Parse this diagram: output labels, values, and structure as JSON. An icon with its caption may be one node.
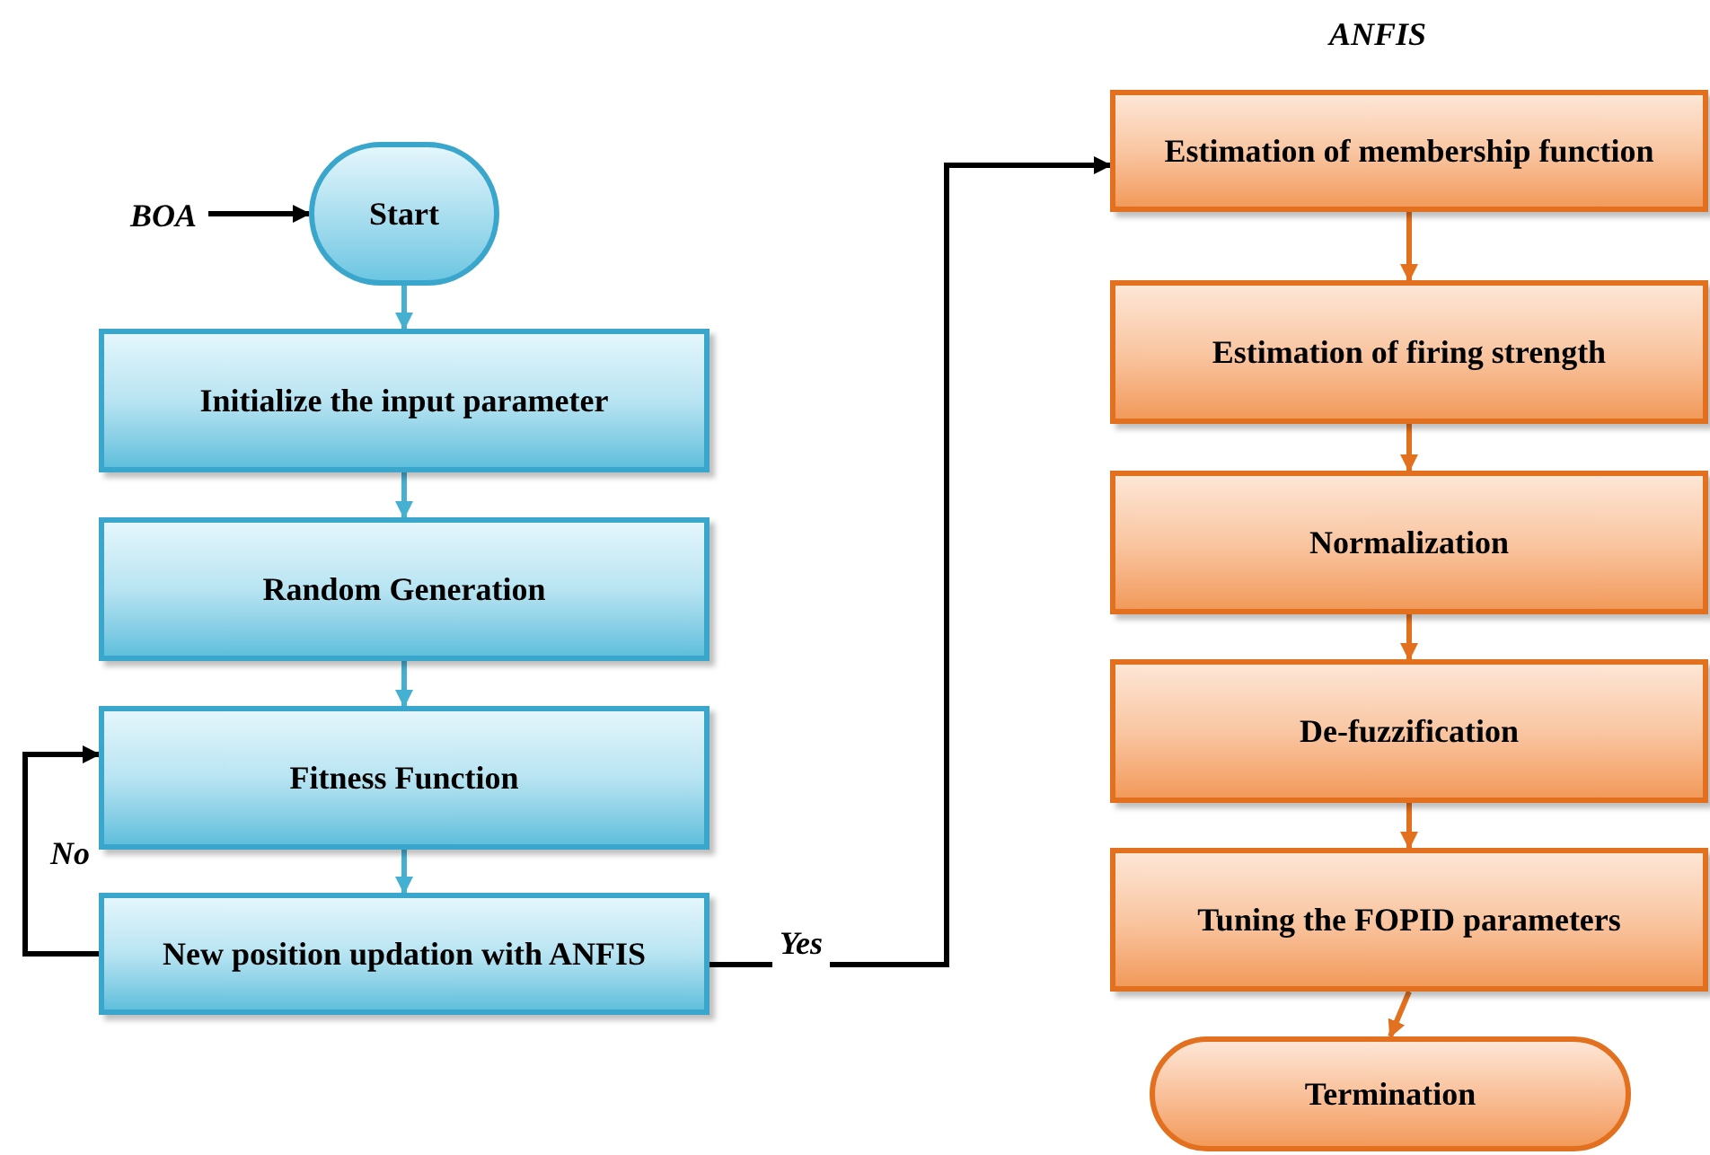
{
  "diagram": {
    "nodes": [
      {
        "text": [
          "BOA"
        ]
      },
      {
        "text": [
          "Start"
        ]
      },
      {
        "text": [
          "Initialize the input parameter"
        ]
      },
      {
        "text": [
          "Random Generation"
        ]
      },
      {
        "text": [
          "Fitness Function"
        ]
      },
      {
        "text": [
          "New position updation with ANFIS"
        ]
      },
      {
        "text": [
          "Estimation of membership function"
        ]
      },
      {
        "text": [
          "Estimation of firing strength"
        ]
      },
      {
        "text": [
          "Normalization"
        ]
      },
      {
        "text": [
          "De-fuzzification"
        ]
      },
      {
        "text": [
          "Tuning the FOPID parameters"
        ]
      },
      {
        "text": [
          "Termination"
        ]
      }
    ],
    "edges": [
      {
        "from": 0,
        "to": 1,
        "arrow": "to",
        "color": "#000000"
      },
      {
        "from": 1,
        "to": 2,
        "arrow": "to",
        "color": "#45b0d2"
      },
      {
        "from": 2,
        "to": 3,
        "arrow": "to",
        "color": "#45b0d2"
      },
      {
        "from": 3,
        "to": 4,
        "arrow": "to",
        "color": "#45b0d2"
      },
      {
        "from": 4,
        "to": 5,
        "arrow": "to",
        "color": "#45b0d2"
      },
      {
        "from": 5,
        "to": 4,
        "arrow": "to",
        "label": "No",
        "color": "#000000"
      },
      {
        "from": 5,
        "to": 6,
        "arrow": "to",
        "label": "Yes",
        "color": "#000000"
      },
      {
        "from": 6,
        "to": 7,
        "arrow": "to",
        "color": "#e2701e"
      },
      {
        "from": 7,
        "to": 8,
        "arrow": "to",
        "color": "#e2701e"
      },
      {
        "from": 8,
        "to": 9,
        "arrow": "to",
        "color": "#e2701e"
      },
      {
        "from": 9,
        "to": 10,
        "arrow": "to",
        "color": "#e2701e"
      },
      {
        "from": 10,
        "to": 11,
        "arrow": "to",
        "color": "#e2701e"
      }
    ],
    "labels": [
      "ANFIS"
    ]
  }
}
